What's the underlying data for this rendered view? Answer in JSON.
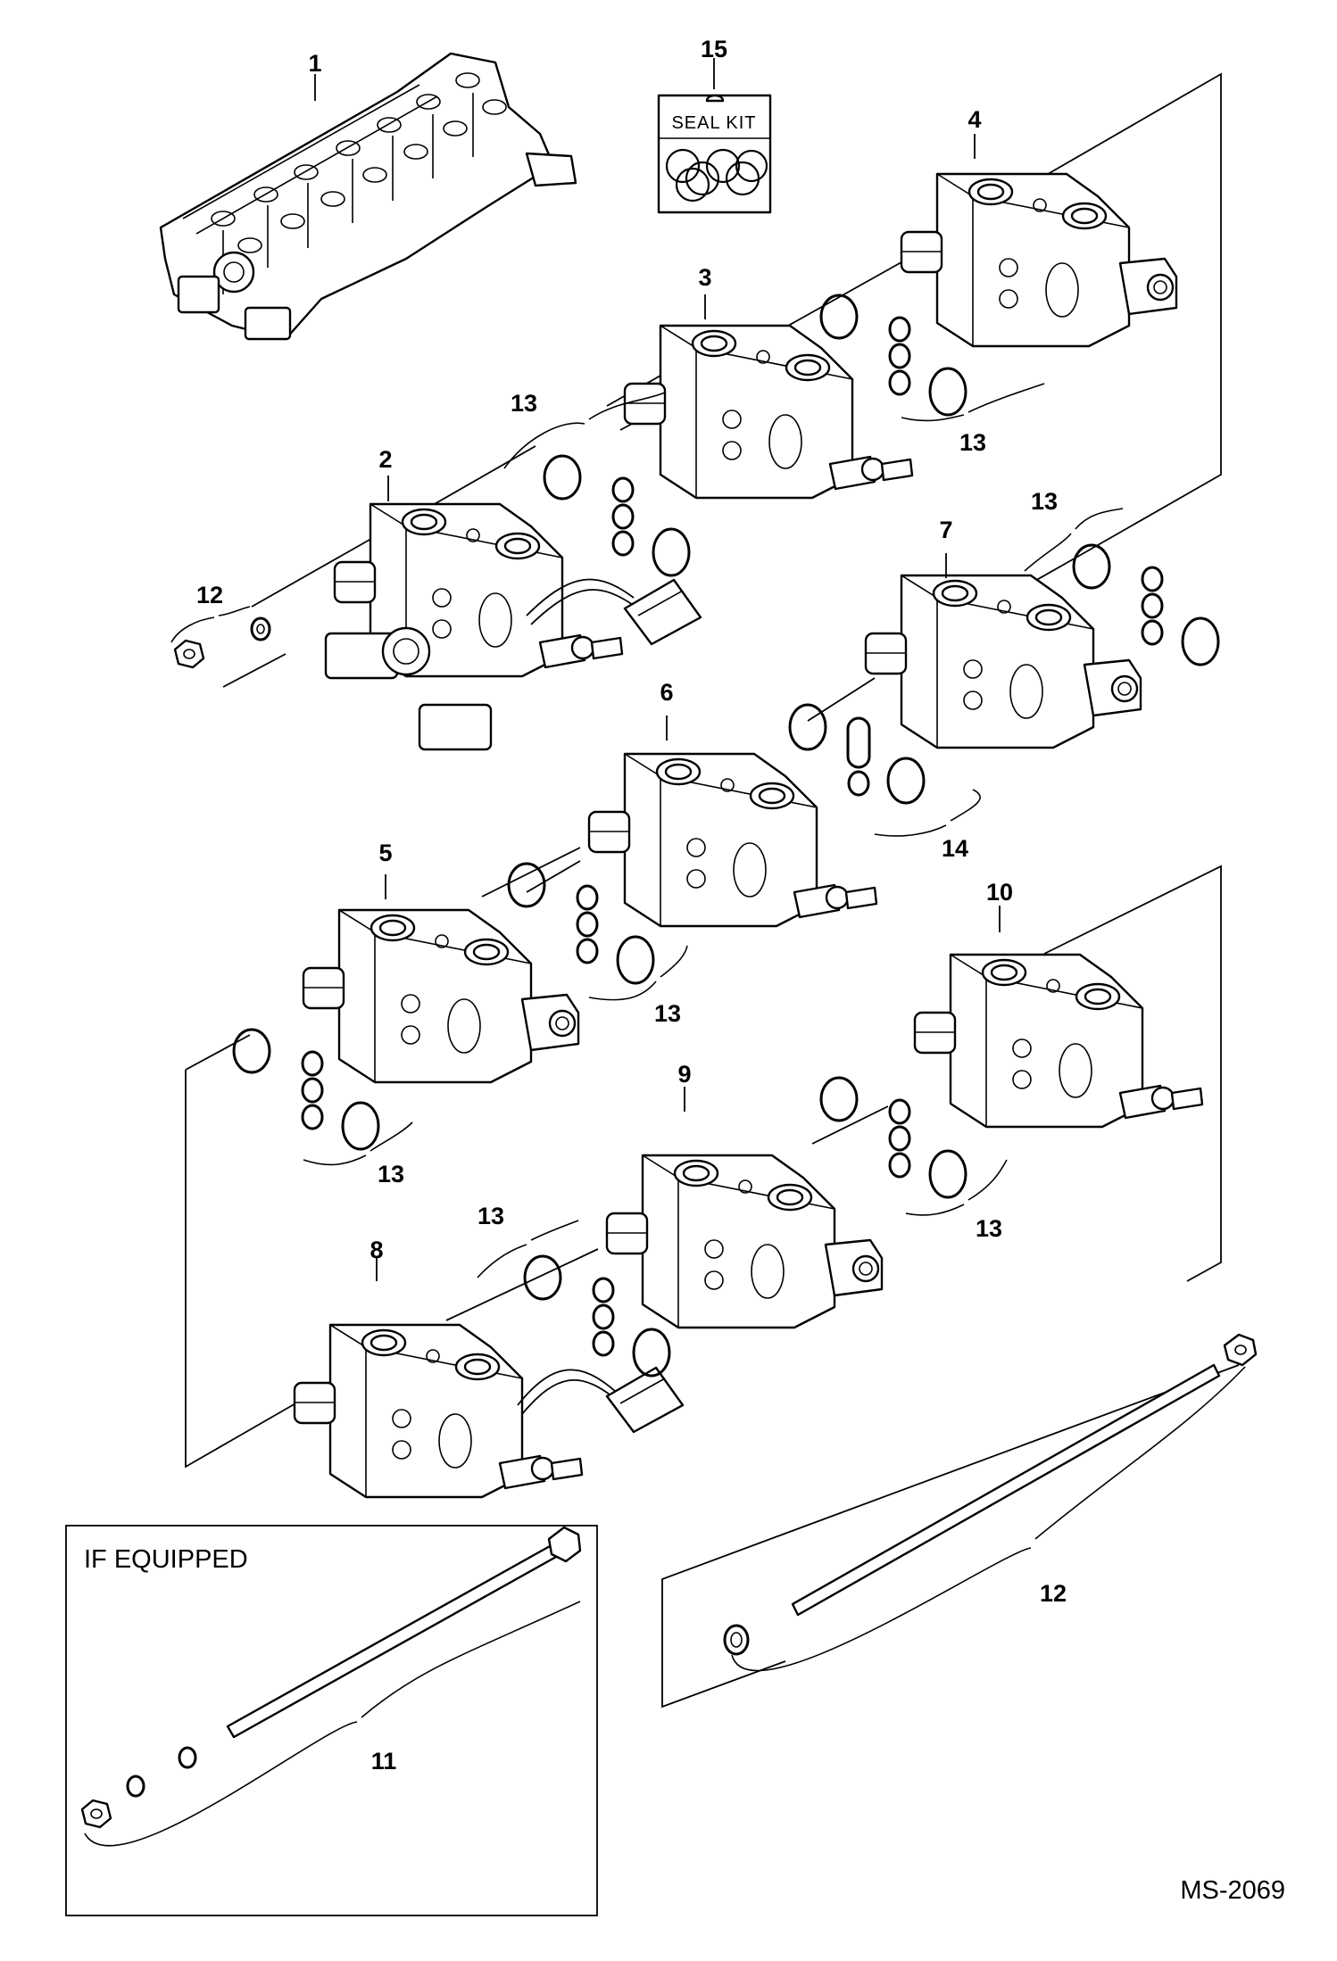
{
  "diagram": {
    "callouts": [
      {
        "id": "1",
        "text": "1"
      },
      {
        "id": "2",
        "text": "2"
      },
      {
        "id": "3",
        "text": "3"
      },
      {
        "id": "4",
        "text": "4"
      },
      {
        "id": "5",
        "text": "5"
      },
      {
        "id": "6",
        "text": "6"
      },
      {
        "id": "7",
        "text": "7"
      },
      {
        "id": "8",
        "text": "8"
      },
      {
        "id": "9",
        "text": "9"
      },
      {
        "id": "10",
        "text": "10"
      },
      {
        "id": "11",
        "text": "11"
      },
      {
        "id": "12",
        "text": "12"
      },
      {
        "id": "13",
        "text": "13"
      },
      {
        "id": "14",
        "text": "14"
      },
      {
        "id": "15",
        "text": "15"
      }
    ],
    "seal_kit_label": "SEAL KIT",
    "if_equipped_label": "IF EQUIPPED",
    "drawing_number": "MS-2069"
  }
}
